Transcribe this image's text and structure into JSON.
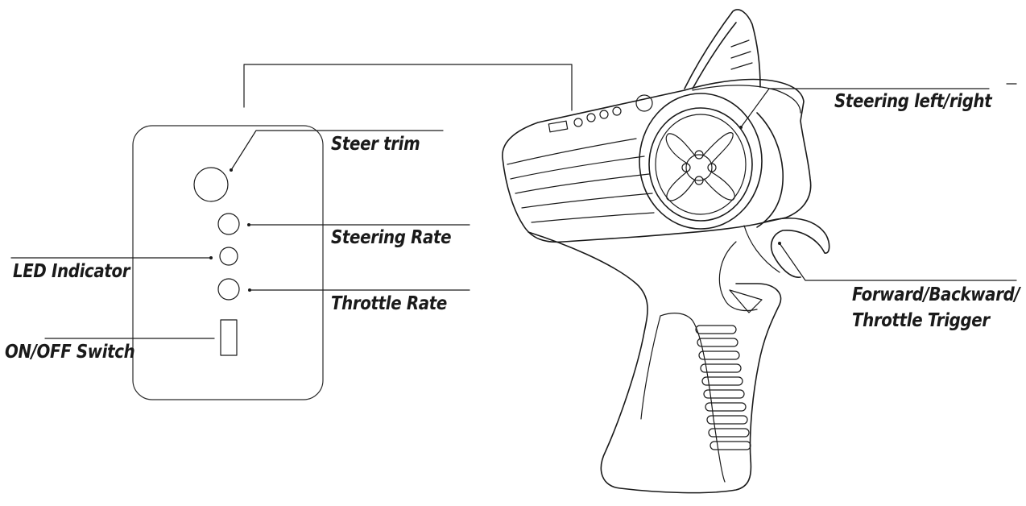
{
  "labels": {
    "steer_trim": "Steer trim",
    "steering_rate": "Steering Rate",
    "led_indicator": "LED Indicator",
    "throttle_rate": "Throttle Rate",
    "on_off_switch": "ON/OFF Switch",
    "steering_left_right": "Steering left/right",
    "throttle_trigger_line1": "Forward/Backward/",
    "throttle_trigger_line2": "Throttle Trigger"
  },
  "colors": {
    "stroke": "#1a1a1a",
    "background": "#ffffff"
  }
}
